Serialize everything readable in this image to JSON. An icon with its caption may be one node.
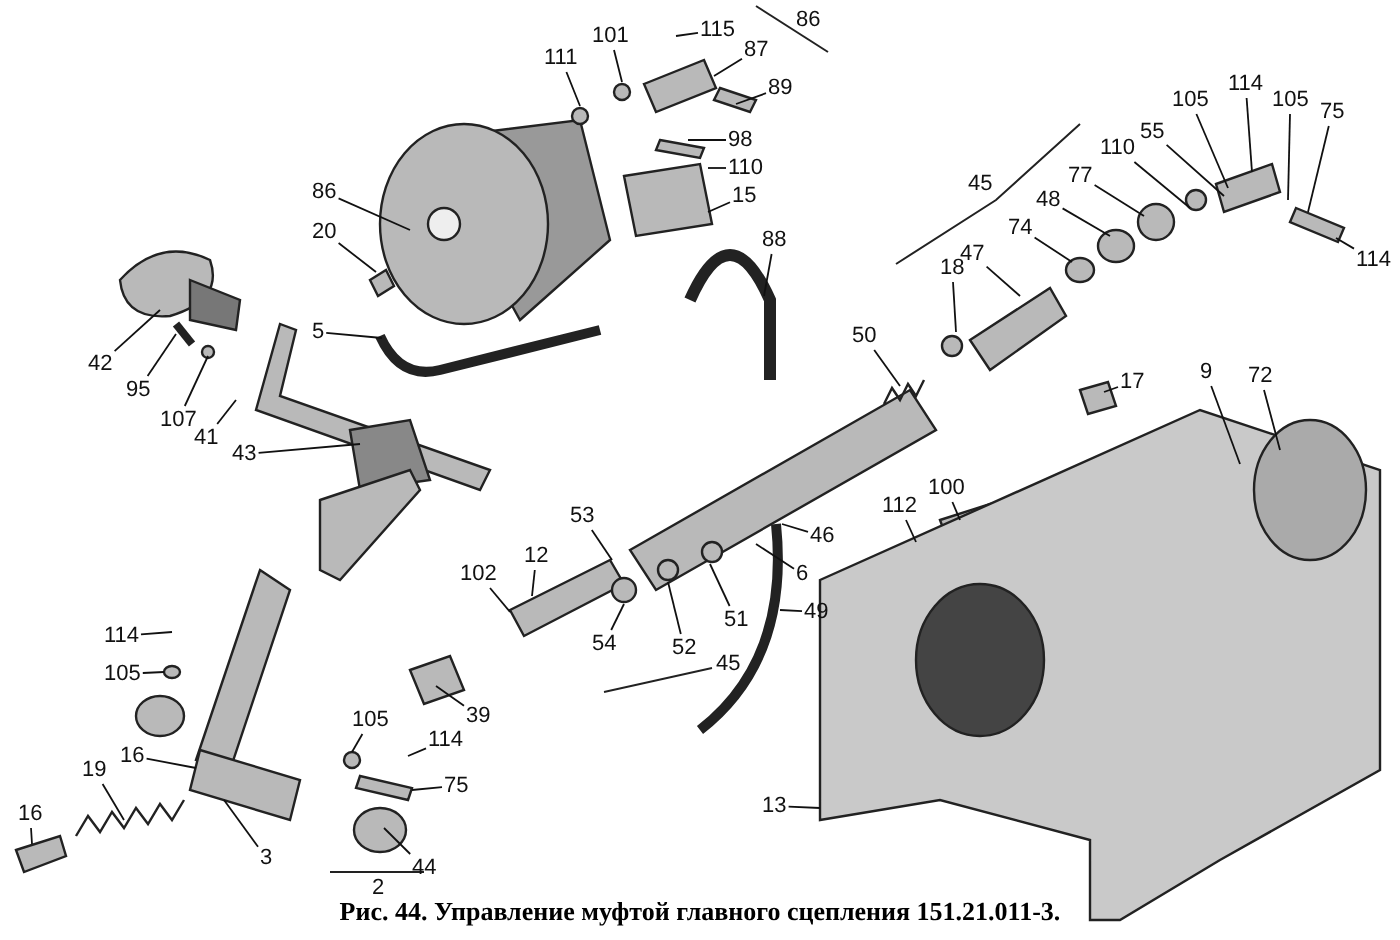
{
  "diagram": {
    "caption": "Рис. 44. Управление муфтой главного сцепления 151.21.011-3.",
    "nodes": [
      {
        "text": [
          "115"
        ]
      },
      {
        "text": [
          "101"
        ]
      },
      {
        "text": [
          "111"
        ]
      },
      {
        "text": [
          "87"
        ]
      },
      {
        "text": [
          "89"
        ]
      },
      {
        "text": [
          "114"
        ]
      },
      {
        "text": [
          "105"
        ]
      },
      {
        "text": [
          "105"
        ]
      },
      {
        "text": [
          "75"
        ]
      },
      {
        "text": [
          "98"
        ]
      },
      {
        "text": [
          "55"
        ]
      },
      {
        "text": [
          "110"
        ]
      },
      {
        "text": [
          "110"
        ]
      },
      {
        "text": [
          "77"
        ]
      },
      {
        "text": [
          "114"
        ]
      },
      {
        "text": [
          "86"
        ]
      },
      {
        "text": [
          "15"
        ]
      },
      {
        "text": [
          "48"
        ]
      },
      {
        "text": [
          "74"
        ]
      },
      {
        "text": [
          "20"
        ]
      },
      {
        "text": [
          "88"
        ]
      },
      {
        "text": [
          "47"
        ]
      },
      {
        "text": [
          "18"
        ]
      },
      {
        "text": [
          "50"
        ]
      },
      {
        "text": [
          "5"
        ]
      },
      {
        "text": [
          "42"
        ]
      },
      {
        "text": [
          "9"
        ]
      },
      {
        "text": [
          "72"
        ]
      },
      {
        "text": [
          "17"
        ]
      },
      {
        "text": [
          "95"
        ]
      },
      {
        "text": [
          "107"
        ]
      },
      {
        "text": [
          "41"
        ]
      },
      {
        "text": [
          "43"
        ]
      },
      {
        "text": [
          "100"
        ]
      },
      {
        "text": [
          "112"
        ]
      },
      {
        "text": [
          "53"
        ]
      },
      {
        "text": [
          "46"
        ]
      },
      {
        "text": [
          "12"
        ]
      },
      {
        "text": [
          "49"
        ]
      },
      {
        "text": [
          "102"
        ]
      },
      {
        "text": [
          "6"
        ]
      },
      {
        "text": [
          "51"
        ]
      },
      {
        "text": [
          "52"
        ]
      },
      {
        "text": [
          "54"
        ]
      },
      {
        "text": [
          "114"
        ]
      },
      {
        "text": [
          "105"
        ]
      },
      {
        "text": [
          "39"
        ]
      },
      {
        "text": [
          "105"
        ]
      },
      {
        "text": [
          "114"
        ]
      },
      {
        "text": [
          "16"
        ]
      },
      {
        "text": [
          "19"
        ]
      },
      {
        "text": [
          "75"
        ]
      },
      {
        "text": [
          "13"
        ]
      },
      {
        "text": [
          "16"
        ]
      },
      {
        "text": [
          "3"
        ]
      },
      {
        "text": [
          "44"
        ]
      }
    ],
    "edges": [
      {
        "from": 0,
        "to": null,
        "arrow": "none"
      },
      {
        "from": 1,
        "to": null,
        "arrow": "none"
      },
      {
        "from": 2,
        "to": null,
        "arrow": "none"
      },
      {
        "from": 3,
        "to": null,
        "arrow": "none"
      },
      {
        "from": 4,
        "to": null,
        "arrow": "none"
      },
      {
        "from": 5,
        "to": null,
        "arrow": "none"
      },
      {
        "from": 6,
        "to": null,
        "arrow": "none"
      },
      {
        "from": 7,
        "to": null,
        "arrow": "none"
      },
      {
        "from": 8,
        "to": null,
        "arrow": "none"
      },
      {
        "from": 9,
        "to": null,
        "arrow": "none"
      },
      {
        "from": 10,
        "to": null,
        "arrow": "none"
      },
      {
        "from": 11,
        "to": null,
        "arrow": "none"
      },
      {
        "from": 12,
        "to": null,
        "arrow": "none"
      },
      {
        "from": 13,
        "to": null,
        "arrow": "none"
      },
      {
        "from": 14,
        "to": null,
        "arrow": "none"
      },
      {
        "from": 15,
        "to": null,
        "arrow": "none"
      },
      {
        "from": 16,
        "to": null,
        "arrow": "none"
      },
      {
        "from": 17,
        "to": null,
        "arrow": "none"
      },
      {
        "from": 18,
        "to": null,
        "arrow": "none"
      },
      {
        "from": 19,
        "to": null,
        "arrow": "none"
      },
      {
        "from": 20,
        "to": null,
        "arrow": "none"
      },
      {
        "from": 21,
        "to": null,
        "arrow": "none"
      },
      {
        "from": 22,
        "to": null,
        "arrow": "none"
      },
      {
        "from": 23,
        "to": null,
        "arrow": "none"
      },
      {
        "from": 24,
        "to": null,
        "arrow": "none"
      },
      {
        "from": 25,
        "to": null,
        "arrow": "none"
      },
      {
        "from": 26,
        "to": null,
        "arrow": "none"
      },
      {
        "from": 27,
        "to": null,
        "arrow": "none"
      },
      {
        "from": 28,
        "to": null,
        "arrow": "none"
      },
      {
        "from": 29,
        "to": null,
        "arrow": "none"
      },
      {
        "from": 30,
        "to": null,
        "arrow": "none"
      },
      {
        "from": 31,
        "to": null,
        "arrow": "none"
      },
      {
        "from": 32,
        "to": null,
        "arrow": "none"
      },
      {
        "from": 33,
        "to": null,
        "arrow": "none"
      },
      {
        "from": 34,
        "to": null,
        "arrow": "none"
      },
      {
        "from": 35,
        "to": null,
        "arrow": "none"
      },
      {
        "from": 36,
        "to": null,
        "arrow": "none"
      },
      {
        "from": 37,
        "to": null,
        "arrow": "none"
      },
      {
        "from": 38,
        "to": null,
        "arrow": "none"
      },
      {
        "from": 39,
        "to": null,
        "arrow": "none"
      },
      {
        "from": 40,
        "to": null,
        "arrow": "none"
      },
      {
        "from": 41,
        "to": null,
        "arrow": "none"
      },
      {
        "from": 42,
        "to": null,
        "arrow": "none"
      },
      {
        "from": 43,
        "to": null,
        "arrow": "none"
      },
      {
        "from": 44,
        "to": null,
        "arrow": "none"
      },
      {
        "from": 45,
        "to": null,
        "arrow": "none"
      },
      {
        "from": 46,
        "to": null,
        "arrow": "none"
      },
      {
        "from": 47,
        "to": null,
        "arrow": "none"
      },
      {
        "from": 48,
        "to": null,
        "arrow": "none"
      },
      {
        "from": 49,
        "to": null,
        "arrow": "none"
      },
      {
        "from": 50,
        "to": null,
        "arrow": "none"
      },
      {
        "from": 51,
        "to": null,
        "arrow": "none"
      },
      {
        "from": 52,
        "to": null,
        "arrow": "none"
      },
      {
        "from": 53,
        "to": null,
        "arrow": "none"
      },
      {
        "from": 54,
        "to": null,
        "arrow": "none"
      },
      {
        "from": 55,
        "to": null,
        "arrow": "none"
      }
    ],
    "labels": [
      "86",
      "45",
      "45",
      "2"
    ]
  }
}
